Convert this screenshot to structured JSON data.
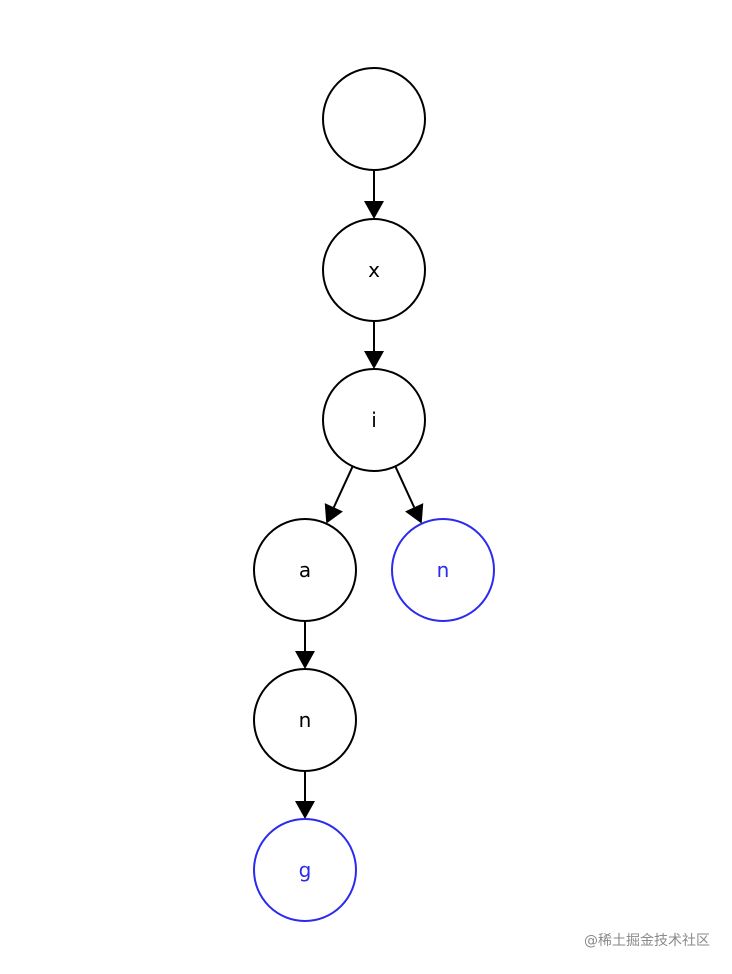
{
  "diagram": {
    "type": "trie",
    "colors": {
      "normal": "#000000",
      "terminal": "#2a2af0"
    },
    "nodes": [
      {
        "id": "root",
        "label": "",
        "terminal": false
      },
      {
        "id": "x",
        "label": "x",
        "terminal": false
      },
      {
        "id": "i",
        "label": "i",
        "terminal": false
      },
      {
        "id": "a",
        "label": "a",
        "terminal": false
      },
      {
        "id": "n-right",
        "label": "n",
        "terminal": true
      },
      {
        "id": "n-left",
        "label": "n",
        "terminal": false
      },
      {
        "id": "g",
        "label": "g",
        "terminal": true
      }
    ],
    "edges": [
      {
        "from": "root",
        "to": "x"
      },
      {
        "from": "x",
        "to": "i"
      },
      {
        "from": "i",
        "to": "a"
      },
      {
        "from": "i",
        "to": "n-right"
      },
      {
        "from": "a",
        "to": "n-left"
      },
      {
        "from": "n-left",
        "to": "g"
      }
    ]
  },
  "watermark": {
    "text": "@稀土掘金技术社区"
  }
}
